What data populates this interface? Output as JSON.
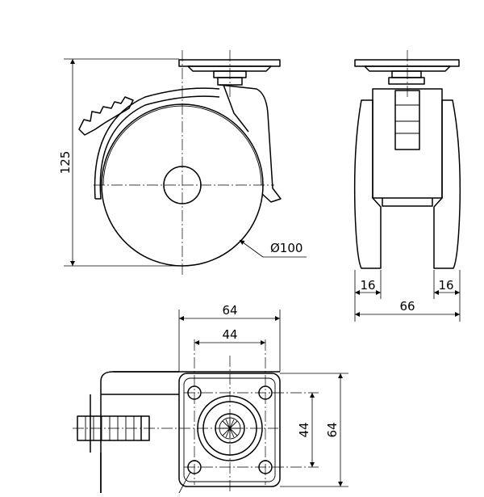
{
  "dimensions": {
    "height_total": "125",
    "wheel_diameter": "Ø100",
    "side_leg_left": "16",
    "side_leg_right": "16",
    "side_total_width": "66",
    "plate_width": "64",
    "hole_spacing_x": "44",
    "hole_spacing_y": "44",
    "plate_height": "64"
  }
}
